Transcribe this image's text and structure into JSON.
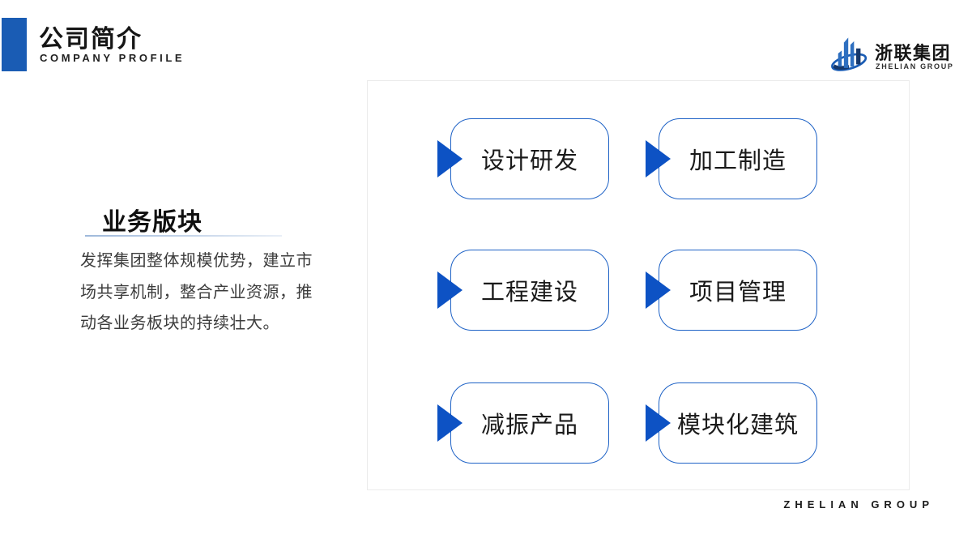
{
  "slide": {
    "title": "公司简介",
    "subtitle": "COMPANY PROFILE"
  },
  "logo": {
    "icon": "building-swoosh-logo-icon",
    "company_name": "浙联集团",
    "company_name_en": "ZHELIAN GROUP"
  },
  "section": {
    "heading": "业务版块",
    "description_lines": [
      "发挥集团整体规模优势，建立市",
      "场共享机制，整合产业资源，推",
      "动各业务板块的持续壮大。"
    ]
  },
  "business": {
    "blocks": [
      "设计研发",
      "加工制造",
      "工程建设",
      "项目管理",
      "减振产品",
      "模块化建筑"
    ]
  },
  "footer": {
    "watermark": "ZHELIAN GROUP"
  },
  "colors": {
    "accent_bar": "#1A5CB4",
    "card_border": "#1E62C6",
    "arrow": "#0D52C4",
    "panel_border": "#EBEBEB",
    "logo_blue": "#2E6FC0",
    "logo_navy": "#16386B"
  }
}
